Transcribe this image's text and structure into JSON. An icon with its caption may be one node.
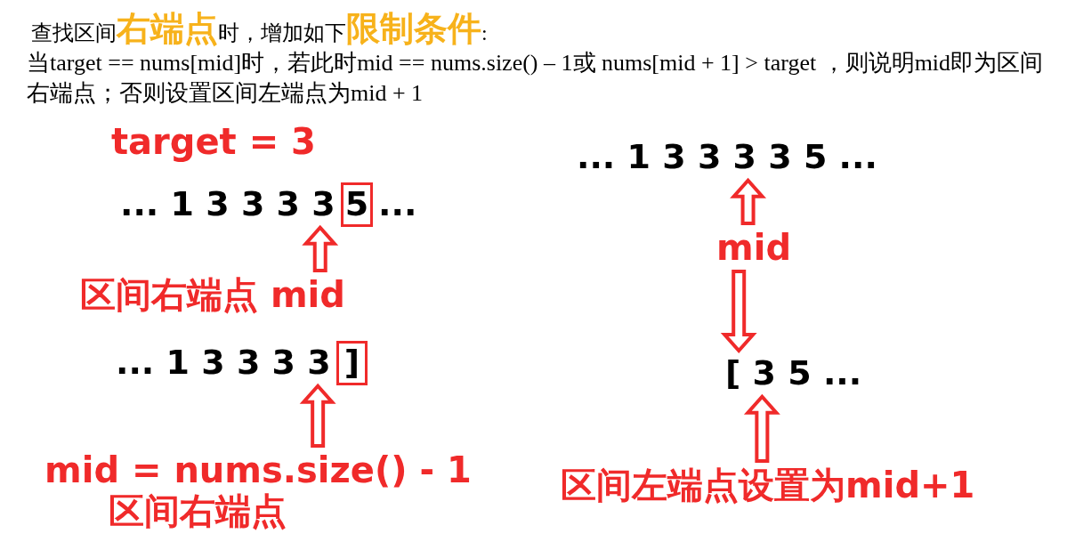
{
  "diagram": {
    "title": "查找区间**右端点**时，增加如下**限制条件**:",
    "nodes": [
      {
        "text": [
          "... 1 3 3 3 3"
        ]
      },
      {
        "text": [
          "5"
        ]
      },
      {
        "text": [
          "区间右端点 mid"
        ]
      },
      {
        "text": [
          "... 1 3 3 3 3"
        ]
      },
      {
        "text": [
          "]"
        ]
      },
      {
        "text": [
          "mid = nums.size() - 1",
          "区间右端点"
        ]
      },
      {
        "text": [
          "... 1 3 3 3 3 5 ..."
        ]
      },
      {
        "text": [
          "mid"
        ]
      },
      {
        "text": [
          "[ 3 5 ..."
        ]
      },
      {
        "text": [
          "区间左端点设置为mid+1"
        ]
      }
    ],
    "edges": [
      {
        "from": 2,
        "to": 0,
        "arrow": "to"
      },
      {
        "from": 5,
        "to": 3,
        "arrow": "to"
      },
      {
        "from": 7,
        "to": 6,
        "arrow": "to"
      },
      {
        "from": 7,
        "to": 8,
        "arrow": "to"
      },
      {
        "from": 9,
        "to": 8,
        "arrow": "to"
      }
    ],
    "labels": [
      "当target == nums[mid]时，若此时mid == nums.size() – 1或 nums[mid + 1] > target ，则说明mid即为区间右端点；否则设置区间左端点为mid + 1",
      "target = 3",
      "..."
    ]
  }
}
